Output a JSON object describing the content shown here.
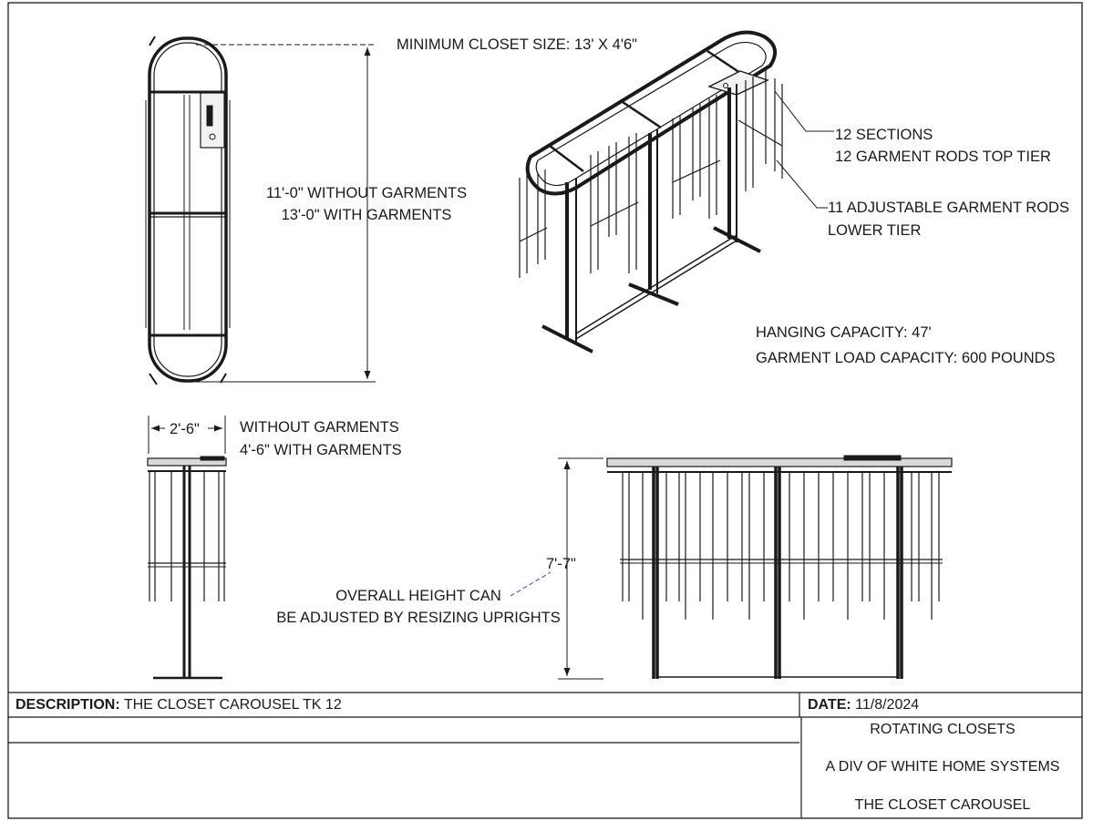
{
  "drawing": {
    "labels": {
      "minimum_closet_size": "MINIMUM CLOSET SIZE: 13' X 4'6\"",
      "length_without": "11'-0\" WITHOUT GARMENTS",
      "length_with": "13'-0\" WITH GARMENTS",
      "sections": "12 SECTIONS",
      "garment_rods_top": "12 GARMENT RODS TOP TIER",
      "adjustable_rods": "11 ADJUSTABLE GARMENT RODS",
      "lower_tier": "LOWER TIER",
      "hanging_capacity": "HANGING CAPACITY: 47'",
      "load_capacity": "GARMENT LOAD CAPACITY: 600 POUNDS",
      "width_dim": "2'-6\"",
      "width_without": "WITHOUT GARMENTS",
      "width_with": "4'-6\" WITH GARMENTS",
      "height_dim": "7'-7\"",
      "height_note_1": "OVERALL HEIGHT CAN",
      "height_note_2": "BE ADJUSTED BY RESIZING UPRIGHTS"
    }
  },
  "title_block": {
    "description_label": "DESCRIPTION:",
    "description_value": "THE CLOSET CAROUSEL TK 12",
    "date_label": "DATE:",
    "date_value": "11/8/2024",
    "company_1": "ROTATING CLOSETS",
    "company_2": "A DIV OF WHITE HOME SYSTEMS",
    "company_3": "THE CLOSET CAROUSEL"
  },
  "colors": {
    "line": "#1a1a1a",
    "leader_dash": "#3344cc",
    "background": "#ffffff"
  }
}
